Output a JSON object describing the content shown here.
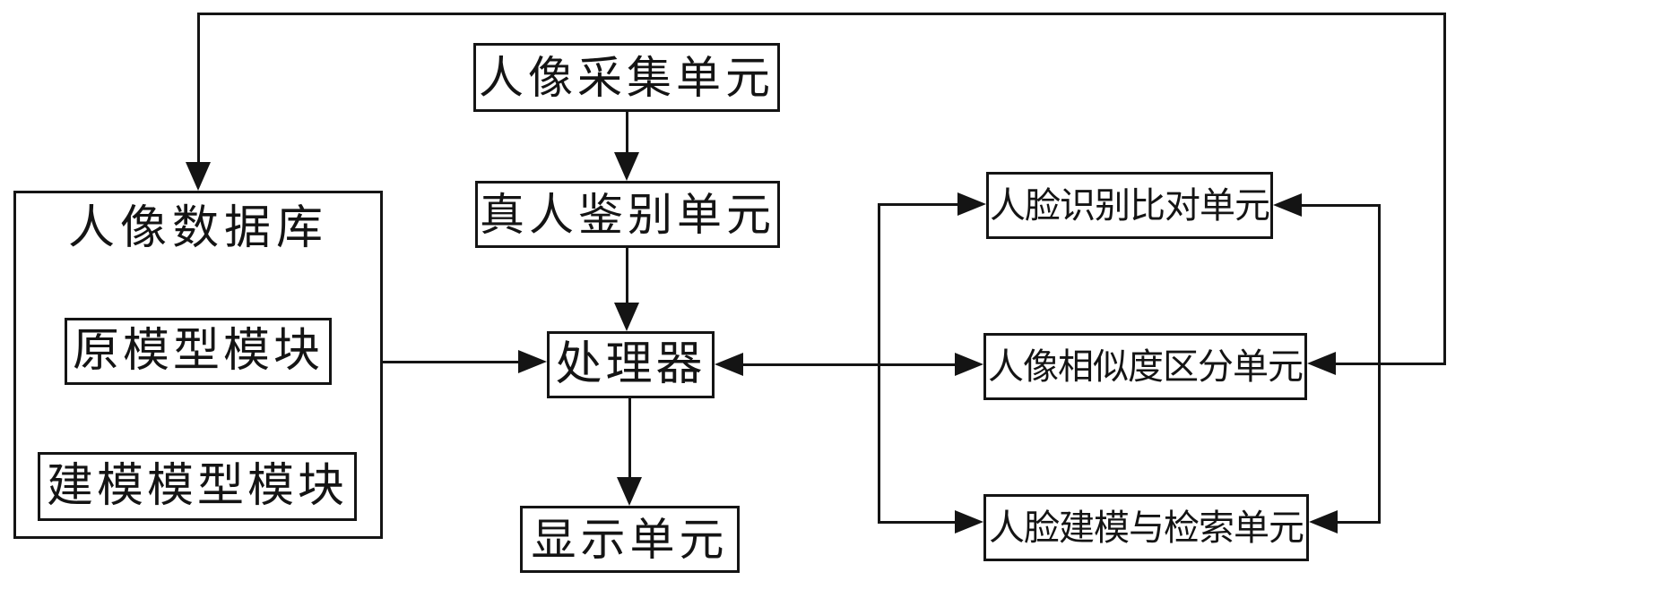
{
  "nodes": {
    "portrait_collection": {
      "label": "人像采集单元"
    },
    "live_person_identification": {
      "label": "真人鉴别单元"
    },
    "processor": {
      "label": "处理器"
    },
    "display_unit": {
      "label": "显示单元"
    },
    "portrait_database": {
      "label": "人像数据库"
    },
    "original_model_module": {
      "label": "原模型模块"
    },
    "modeling_model_module": {
      "label": "建模模型模块"
    },
    "face_recognition_comparison": {
      "label": "人脸识别比对单元"
    },
    "portrait_similarity_differentiation": {
      "label": "人像相似度区分单元"
    },
    "face_modeling_retrieval": {
      "label": "人脸建模与检索单元"
    }
  },
  "connections": [
    {
      "from": "portrait_collection",
      "to": "live_person_identification",
      "style": "arrow-down"
    },
    {
      "from": "live_person_identification",
      "to": "processor",
      "style": "arrow-down"
    },
    {
      "from": "processor",
      "to": "display_unit",
      "style": "arrow-down"
    },
    {
      "from": "portrait_database",
      "to": "processor",
      "style": "arrow-right"
    },
    {
      "from": "right_branch_line",
      "to": "processor",
      "style": "arrow-left"
    },
    {
      "from": "processor",
      "to": "portrait_similarity_differentiation",
      "style": "arrow-right"
    },
    {
      "from": "right_branch_line",
      "to": "face_recognition_comparison",
      "style": "arrow-right"
    },
    {
      "from": "right_branch_line",
      "to": "face_modeling_retrieval",
      "style": "arrow-right"
    },
    {
      "from": "feedback_loop_line",
      "to": "face_recognition_comparison",
      "style": "arrow-left"
    },
    {
      "from": "feedback_loop_line",
      "to": "portrait_similarity_differentiation",
      "style": "arrow-left"
    },
    {
      "from": "feedback_loop_line",
      "to": "face_modeling_retrieval",
      "style": "arrow-left"
    },
    {
      "from": "feedback_loop_line",
      "to": "portrait_database",
      "style": "arrow-down"
    }
  ],
  "colors": {
    "line": "#141414",
    "box_fill": "#ffffff",
    "background": "#ffffff"
  }
}
